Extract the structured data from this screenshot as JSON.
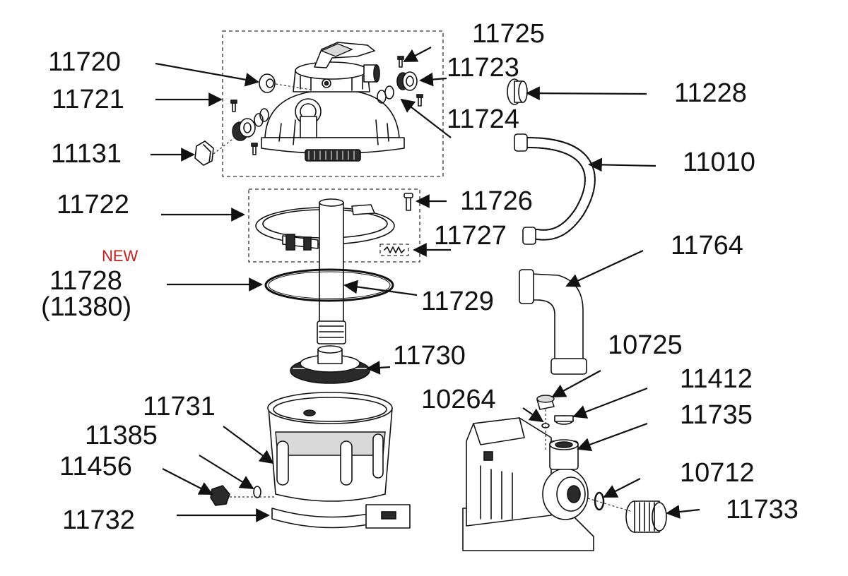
{
  "labels": {
    "p11725": "11725",
    "p11720": "11720",
    "p11723": "11723",
    "p11721": "11721",
    "p11228": "11228",
    "p11724": "11724",
    "p11131": "11131",
    "p11010": "11010",
    "p11722": "11722",
    "p11726": "11726",
    "p11727": "11727",
    "p11764": "11764",
    "new_badge": "NEW",
    "p11728": "11728",
    "p11380": "(11380)",
    "p11729": "11729",
    "p11730": "11730",
    "p10725": "10725",
    "p11731": "11731",
    "p10264": "10264",
    "p11412": "11412",
    "p11385": "11385",
    "p11735": "11735",
    "p11456": "11456",
    "p10712": "10712",
    "p11732": "11732",
    "p11733": "11733"
  },
  "colors": {
    "label_text": "#111111",
    "new_badge": "#c0211f",
    "line_art": "#111111",
    "background": "#ffffff"
  }
}
